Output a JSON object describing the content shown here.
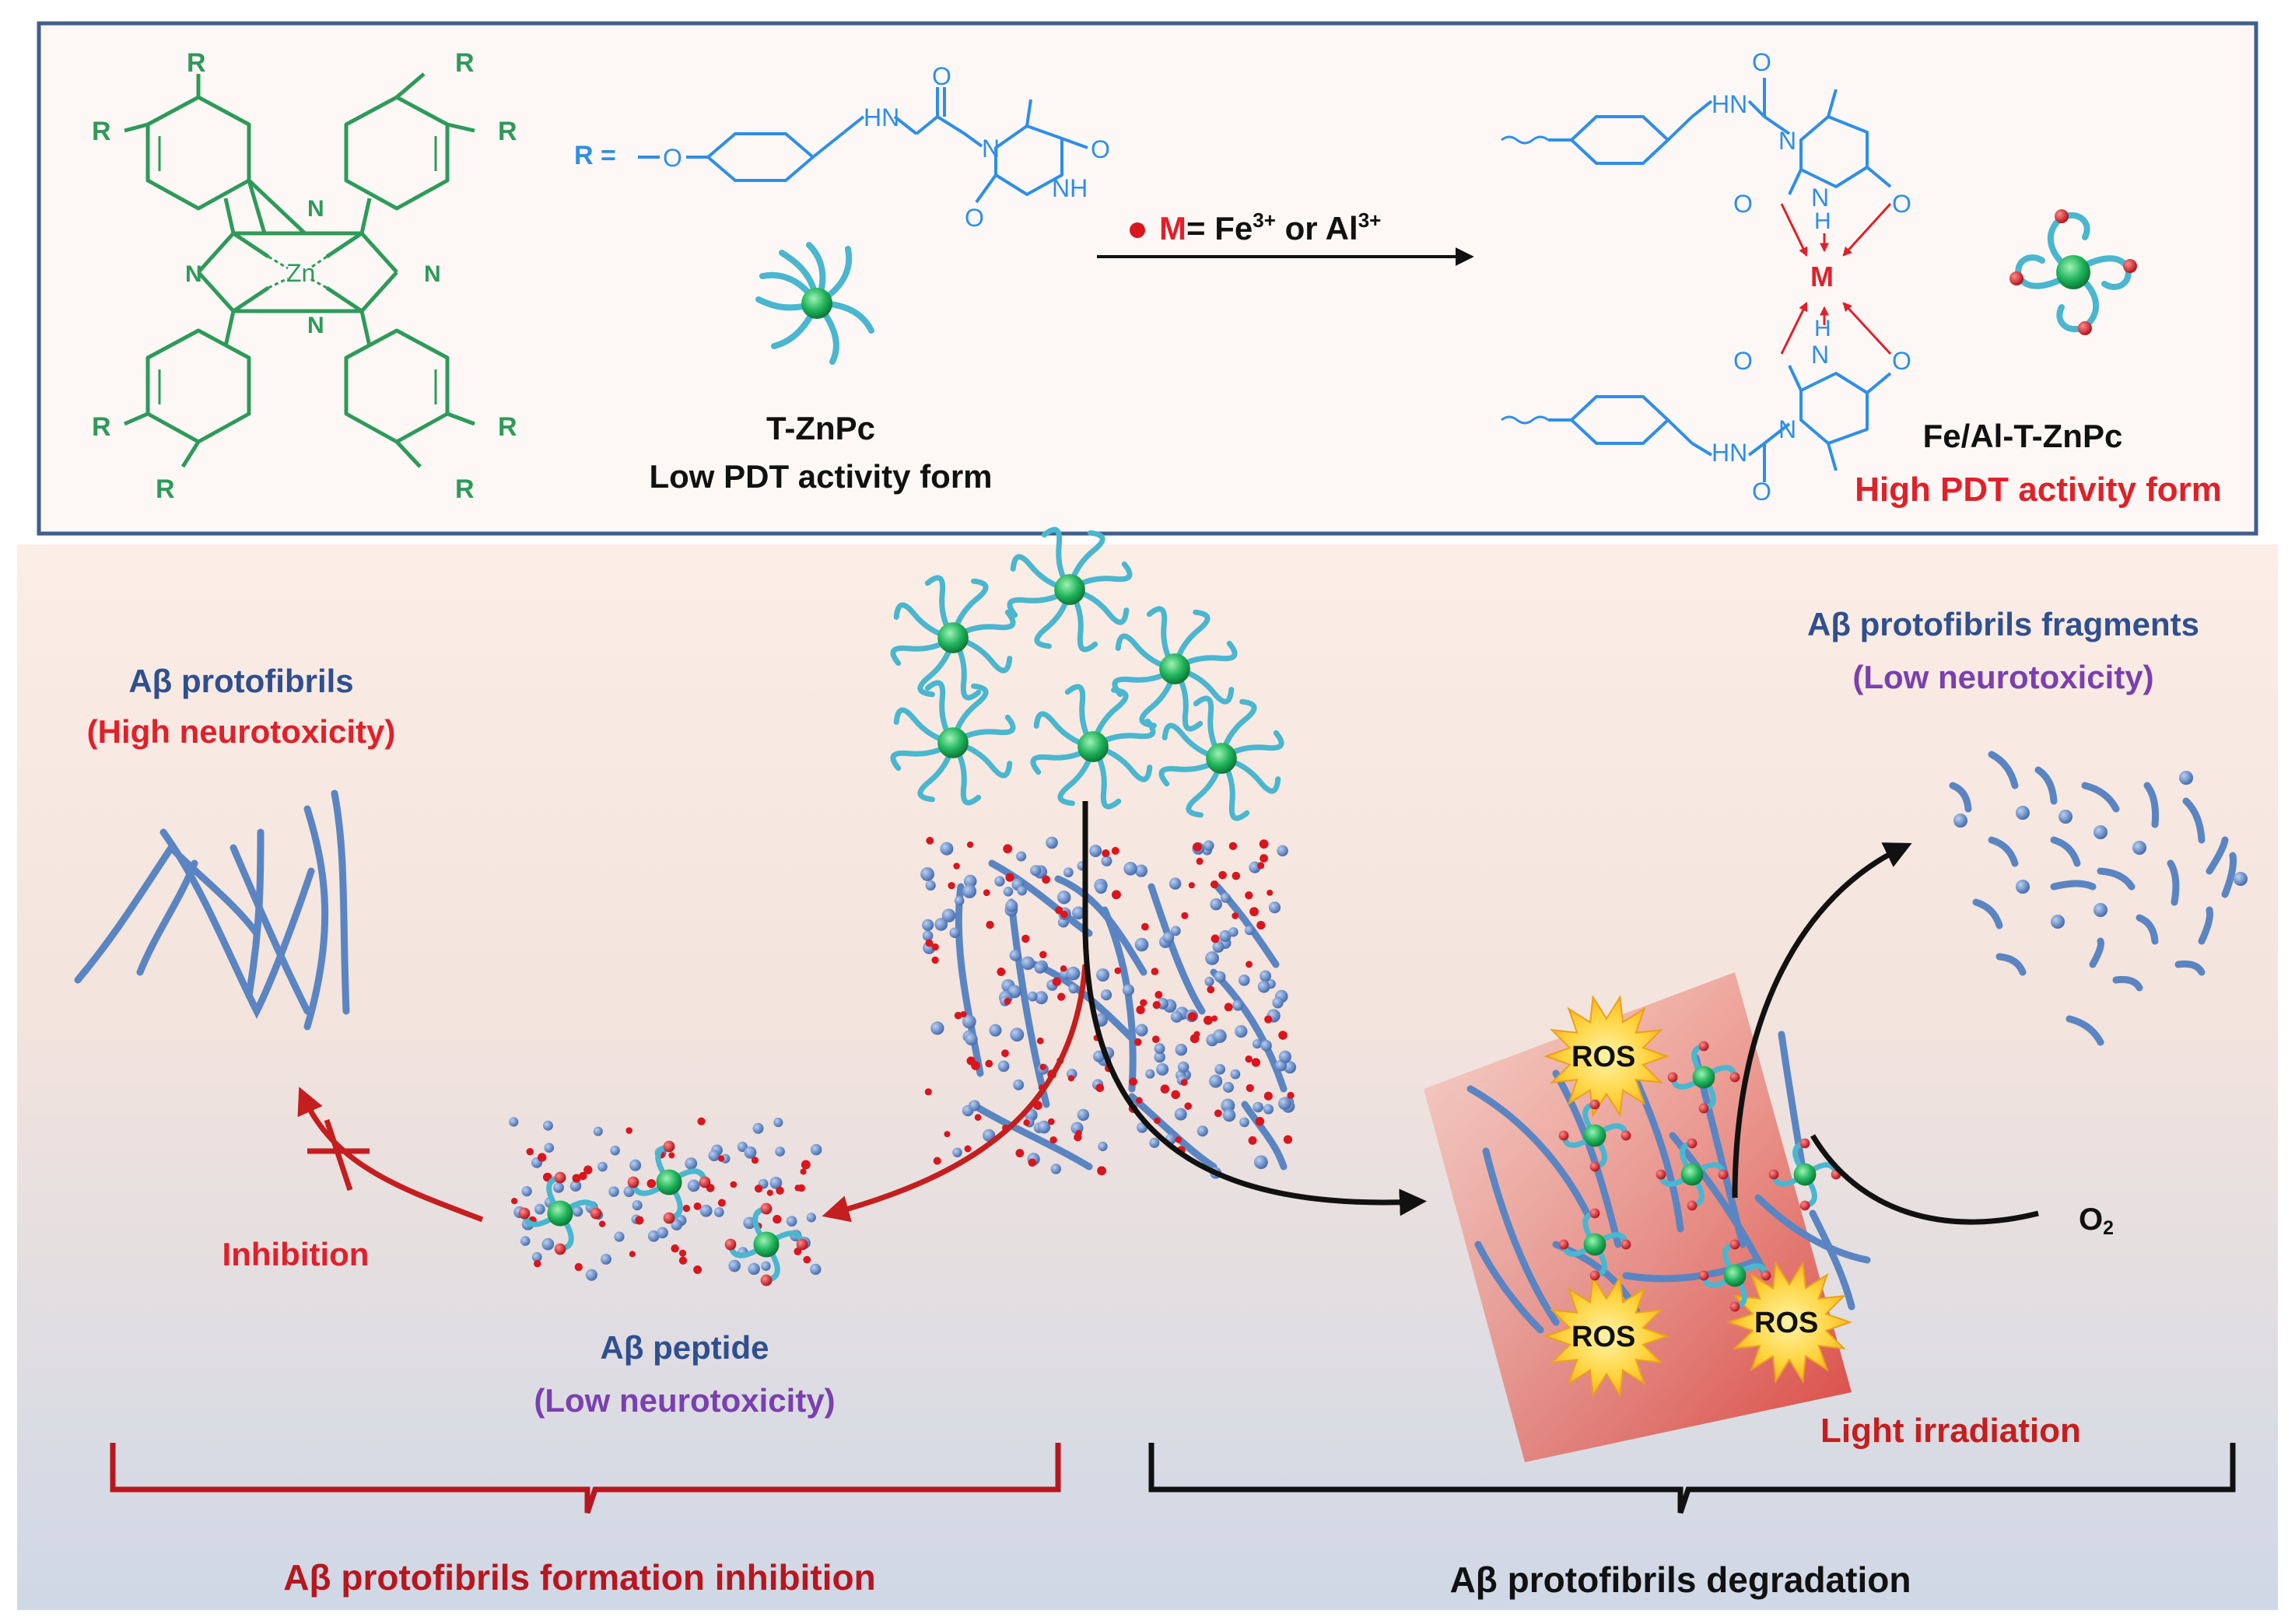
{
  "top_panel": {
    "phthalocyanine": {
      "metal": "Zn",
      "nitrogen": "N",
      "substituent": "R"
    },
    "substituent_def": {
      "prefix": "R =",
      "oxygen": "O",
      "amide": "HN",
      "carbonyl": "O",
      "ring_n": "N",
      "ring_nh": "NH"
    },
    "compound_left": {
      "name": "T-ZnPc",
      "form": "Low PDT activity form"
    },
    "reaction": {
      "metal_symbol": "M",
      "condition_mid": "= Fe",
      "sup1": "3+",
      "condition_or": " or Al",
      "sup2": "3+"
    },
    "complex": {
      "amide": "HN",
      "carbonyl": "O",
      "ring_n": "N",
      "ring_h": "H",
      "metal": "M"
    },
    "compound_right": {
      "name": "Fe/Al-T-ZnPc",
      "form": "High PDT activity form"
    }
  },
  "labels": {
    "protofibrils_title": "Aβ protofibrils",
    "protofibrils_tox": "(High neurotoxicity)",
    "inhibition": "Inhibition",
    "peptide_title": "Aβ peptide",
    "peptide_tox": "(Low neurotoxicity)",
    "fragments_title": "Aβ protofibrils fragments",
    "fragments_tox": "(Low neurotoxicity)",
    "ros": "ROS",
    "oxygen": "O",
    "oxygen_sub": "2",
    "light": "Light irradiation",
    "left_bracket": "Aβ protofibrils formation inhibition",
    "right_bracket": "Aβ protofibrils degradation"
  },
  "colors": {
    "frame": "#3f5f8f",
    "fibril": "#5a85c2",
    "fibril_dark": "#3e64a0",
    "pc_green": "#2e9a5a",
    "substituent_blue": "#2f8ee8",
    "metal_red": "#d9161e",
    "arrow_red": "#c41e1e",
    "bracket_red": "#b8161e",
    "bracket_black": "#111111",
    "light_beam": "#e05a50",
    "ros_yellow": "#ffd23a"
  }
}
